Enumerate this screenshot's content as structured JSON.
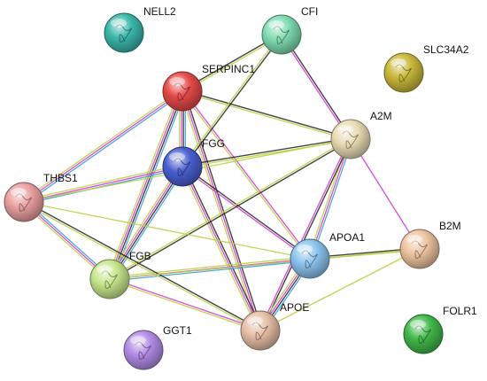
{
  "network": {
    "nodes": [
      {
        "id": "NELL2",
        "label": "NELL2",
        "color": "#3bb7aa"
      },
      {
        "id": "CFI",
        "label": "CFI",
        "color": "#7fdcb0"
      },
      {
        "id": "SLC34A2",
        "label": "SLC34A2",
        "color": "#c9b83a"
      },
      {
        "id": "SERPINC1",
        "label": "SERPINC1",
        "color": "#e64a4a"
      },
      {
        "id": "A2M",
        "label": "A2M",
        "color": "#e9dcb4"
      },
      {
        "id": "FGG",
        "label": "FGG",
        "color": "#4a5fd0"
      },
      {
        "id": "THBS1",
        "label": "THBS1",
        "color": "#eaa0a0"
      },
      {
        "id": "B2M",
        "label": "B2M",
        "color": "#eec4a0"
      },
      {
        "id": "APOA1",
        "label": "APOA1",
        "color": "#8cc4ee"
      },
      {
        "id": "FGB",
        "label": "FGB",
        "color": "#c6e68c"
      },
      {
        "id": "APOE",
        "label": "APOE",
        "color": "#e6bfa6"
      },
      {
        "id": "GGT1",
        "label": "GGT1",
        "color": "#b28ce6"
      },
      {
        "id": "FOLR1",
        "label": "FOLR1",
        "color": "#42b84a"
      }
    ],
    "edges": [
      {
        "source": "SERPINC1",
        "target": "FGG",
        "types": [
          "#3aa0d8",
          "#222222",
          "#d03ad0",
          "#b8d040"
        ]
      },
      {
        "source": "SERPINC1",
        "target": "FGB",
        "types": [
          "#3aa0d8",
          "#222222",
          "#d03ad0",
          "#b8d040"
        ]
      },
      {
        "source": "FGG",
        "target": "FGB",
        "types": [
          "#3aa0d8",
          "#222222",
          "#d03ad0",
          "#b8d040"
        ]
      },
      {
        "source": "SERPINC1",
        "target": "THBS1",
        "types": [
          "#3aa0d8",
          "#d03ad0",
          "#b8d040"
        ]
      },
      {
        "source": "FGG",
        "target": "THBS1",
        "types": [
          "#3aa0d8",
          "#d03ad0",
          "#b8d040"
        ]
      },
      {
        "source": "THBS1",
        "target": "FGB",
        "types": [
          "#3aa0d8",
          "#d03ad0",
          "#b8d040"
        ]
      },
      {
        "source": "SERPINC1",
        "target": "A2M",
        "types": [
          "#222222",
          "#b8d040"
        ]
      },
      {
        "source": "SERPINC1",
        "target": "APOE",
        "types": [
          "#222222",
          "#d03ad0",
          "#b8d040"
        ]
      },
      {
        "source": "SERPINC1",
        "target": "APOA1",
        "types": [
          "#d03ad0",
          "#b8d040"
        ]
      },
      {
        "source": "SERPINC1",
        "target": "CFI",
        "types": [
          "#222222",
          "#b8d040"
        ]
      },
      {
        "source": "CFI",
        "target": "A2M",
        "types": [
          "#222222",
          "#d03ad0"
        ]
      },
      {
        "source": "CFI",
        "target": "FGG",
        "types": [
          "#222222",
          "#b8d040"
        ]
      },
      {
        "source": "FGG",
        "target": "A2M",
        "types": [
          "#222222",
          "#b8d040"
        ]
      },
      {
        "source": "FGG",
        "target": "APOA1",
        "types": [
          "#222222",
          "#d03ad0"
        ]
      },
      {
        "source": "FGG",
        "target": "APOE",
        "types": [
          "#222222",
          "#d03ad0",
          "#b8d040"
        ]
      },
      {
        "source": "A2M",
        "target": "APOA1",
        "types": [
          "#3aa0d8",
          "#d03ad0",
          "#b8d040"
        ]
      },
      {
        "source": "A2M",
        "target": "APOE",
        "types": [
          "#222222",
          "#d03ad0"
        ]
      },
      {
        "source": "A2M",
        "target": "B2M",
        "types": [
          "#d03ad0"
        ]
      },
      {
        "source": "A2M",
        "target": "FGB",
        "types": [
          "#222222",
          "#b8d040"
        ]
      },
      {
        "source": "A2M",
        "target": "THBS1",
        "types": [
          "#b8d040"
        ]
      },
      {
        "source": "APOA1",
        "target": "APOE",
        "types": [
          "#3aa0d8",
          "#222222",
          "#d03ad0",
          "#b8d040"
        ]
      },
      {
        "source": "APOA1",
        "target": "B2M",
        "types": [
          "#222222",
          "#b8d040"
        ]
      },
      {
        "source": "APOA1",
        "target": "FGB",
        "types": [
          "#3aa0d8",
          "#d03ad0",
          "#b8d040"
        ]
      },
      {
        "source": "FGB",
        "target": "APOE",
        "types": [
          "#d03ad0",
          "#b8d040"
        ]
      },
      {
        "source": "THBS1",
        "target": "APOE",
        "types": [
          "#222222",
          "#b8d040"
        ]
      },
      {
        "source": "THBS1",
        "target": "APOA1",
        "types": [
          "#b8d040"
        ]
      },
      {
        "source": "FGB",
        "target": "B2M",
        "types": [
          "#b8d040"
        ]
      },
      {
        "source": "B2M",
        "target": "APOE",
        "types": [
          "#b8d040"
        ]
      }
    ]
  }
}
